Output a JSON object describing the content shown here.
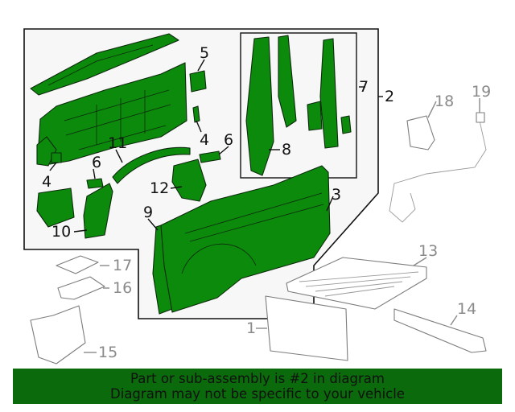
{
  "diagram": {
    "highlight_color": "#0b8a0b",
    "callouts": {
      "c1": "1",
      "c2": "2",
      "c3": "3",
      "c4a": "4",
      "c4b": "4",
      "c5": "5",
      "c6a": "6",
      "c6b": "6",
      "c7": "7",
      "c8": "8",
      "c9": "9",
      "c10": "10",
      "c11": "11",
      "c12": "12",
      "c13": "13",
      "c14": "14",
      "c15": "15",
      "c16": "16",
      "c17": "17",
      "c18": "18",
      "c19": "19"
    }
  },
  "footer": {
    "line1": "Part or sub-assembly is #2 in diagram",
    "line2": "Diagram may not be specific to your vehicle",
    "background": "#0b6a0b"
  }
}
